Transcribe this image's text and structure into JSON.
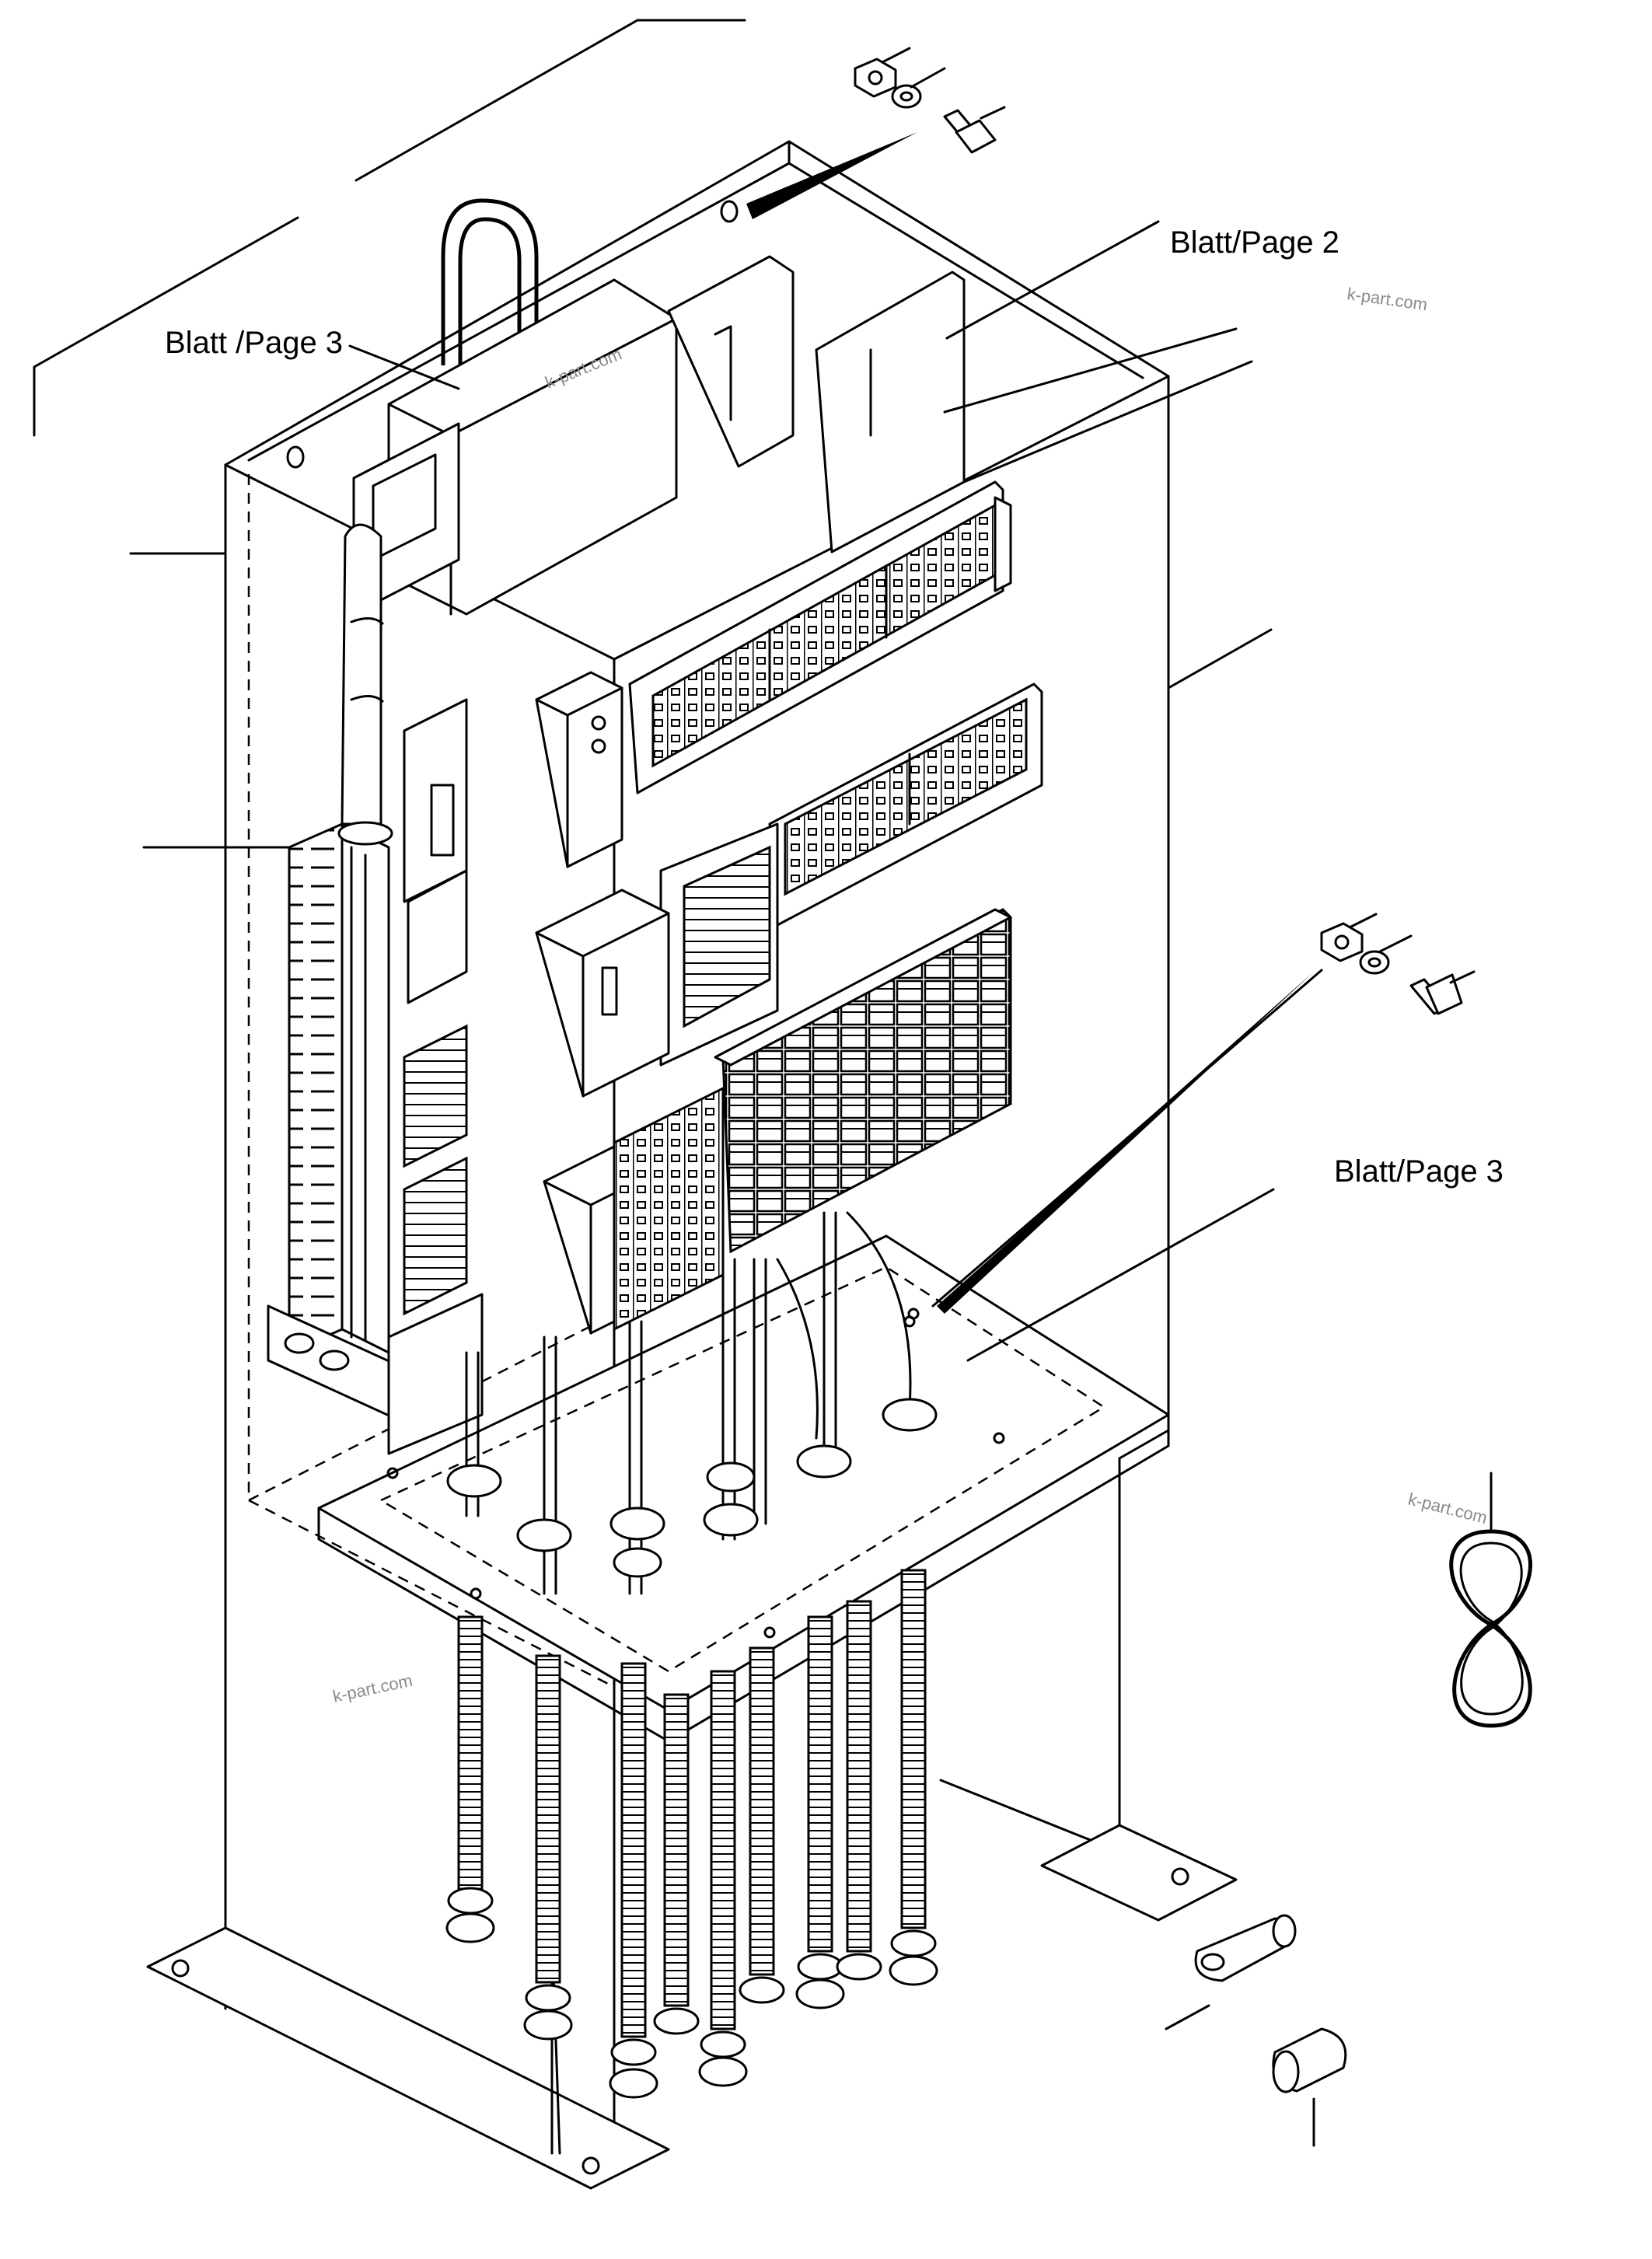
{
  "callouts": {
    "page2": "Blatt/Page 2",
    "page3_upper": "Blatt /Page 3",
    "page3_right": "Blatt/Page 3"
  },
  "watermark": "k-part.com",
  "colors": {
    "line": "#000000",
    "background": "#ffffff",
    "watermark": "#8a8a8a"
  }
}
